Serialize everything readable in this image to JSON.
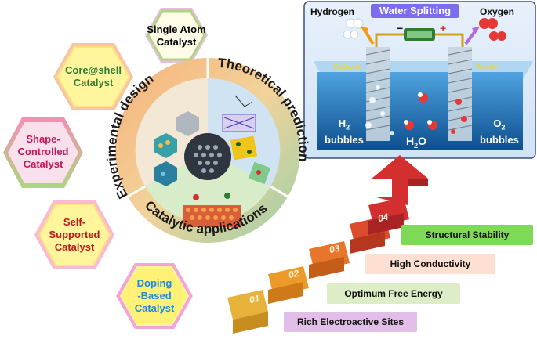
{
  "hexagons": [
    {
      "label_line1": "Single Atom",
      "label_line2": "Catalyst",
      "text_color": "#000000"
    },
    {
      "label_line1": "Core@shell",
      "label_line2": "Catalyst",
      "text_color": "#2e7d32"
    },
    {
      "label_line1": "Shape-",
      "label_line2": "Controlled",
      "label_line3": "Catalyst",
      "text_color": "#c2185b"
    },
    {
      "label_line1": "Self-",
      "label_line2": "Supported",
      "label_line3": "Catalyst",
      "text_color": "#b71c1c"
    },
    {
      "label_line1": "Doping",
      "label_line2": "-Based",
      "label_line3": "Catalyst",
      "text_color": "#1e88e5"
    }
  ],
  "circle": {
    "experimental": "Experimental design",
    "theoretical": "Theoretical prediction",
    "catalytic": "Catalytic applications"
  },
  "water_splitting": {
    "title": "Water Splitting",
    "hydrogen": "Hydrogen",
    "oxygen": "Oxygen",
    "cathode": "Cathode",
    "anode": "Anode",
    "minus": "−",
    "plus": "+",
    "h2_sym": "H",
    "h2_sub": "2",
    "h2_word": "bubbles",
    "h2o_sym": "H",
    "h2o_sub": "2",
    "h2o_end": "O",
    "o2_sym": "O",
    "o2_sub": "2",
    "o2_word": "bubbles"
  },
  "steps": [
    {
      "number": "01",
      "label": "Rich  Electroactive Sites",
      "bg": "#e1bee7"
    },
    {
      "number": "02",
      "label": "Optimum Free Energy",
      "bg": "#dcedc8"
    },
    {
      "number": "03",
      "label": "High Conductivity",
      "bg": "#fde0d2"
    },
    {
      "number": "04",
      "label": "Structural Stability",
      "bg": "#7ed957"
    }
  ],
  "colors": {
    "tank_water": "#1e6fb8",
    "title_box": "#7b6cf0",
    "arrow_red": "#d32f2f"
  }
}
